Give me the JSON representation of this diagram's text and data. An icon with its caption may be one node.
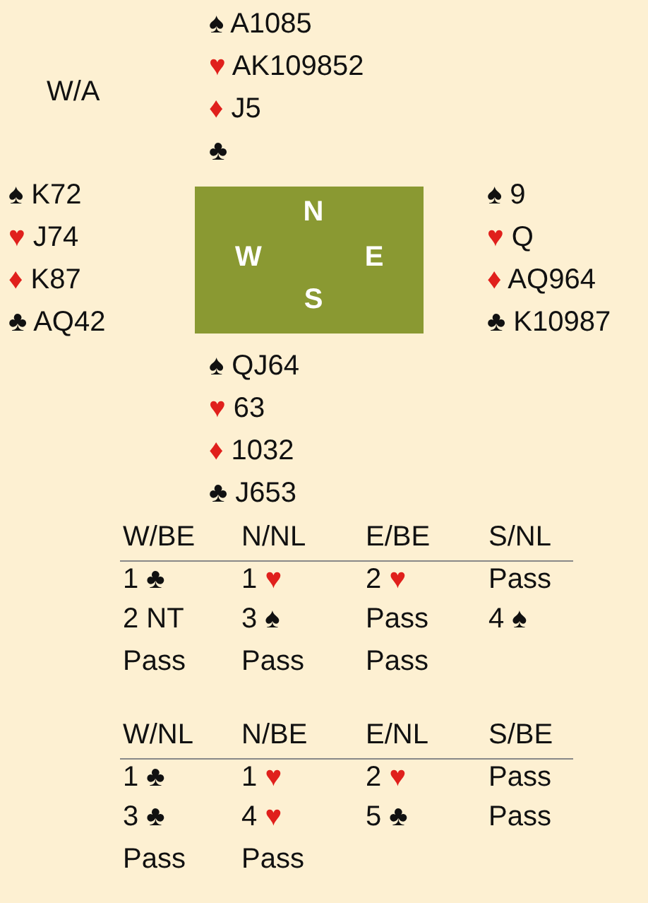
{
  "diagram": {
    "nodes": [
      {
        "text": [
          "N",
          "W",
          "E",
          "S"
        ]
      }
    ],
    "labels": [
      "W/A",
      "♠ A1085",
      "♥ AK109852",
      "♦ J5",
      "♣",
      "♠ K72",
      "♥ J74",
      "♦ K87",
      "♣ AQ42",
      "♠ 9",
      "♥ Q",
      "♦ AQ964",
      "♣ K10987",
      "♠ QJ64",
      "♥ 63",
      "♦ 1032",
      "♣ J653",
      "W/BE",
      "N/NL",
      "E/BE",
      "S/NL",
      "1 ♣",
      "1 ♥",
      "2 ♥",
      "Pass",
      "2 NT",
      "3 ♠",
      "Pass",
      "4 ♠",
      "Pass",
      "Pass",
      "Pass",
      "W/NL",
      "N/BE",
      "E/NL",
      "S/BE",
      "1 ♣",
      "1 ♥",
      "2 ♥",
      "Pass",
      "3 ♣",
      "4 ♥",
      "5 ♣",
      "Pass",
      "Pass",
      "Pass"
    ]
  }
}
